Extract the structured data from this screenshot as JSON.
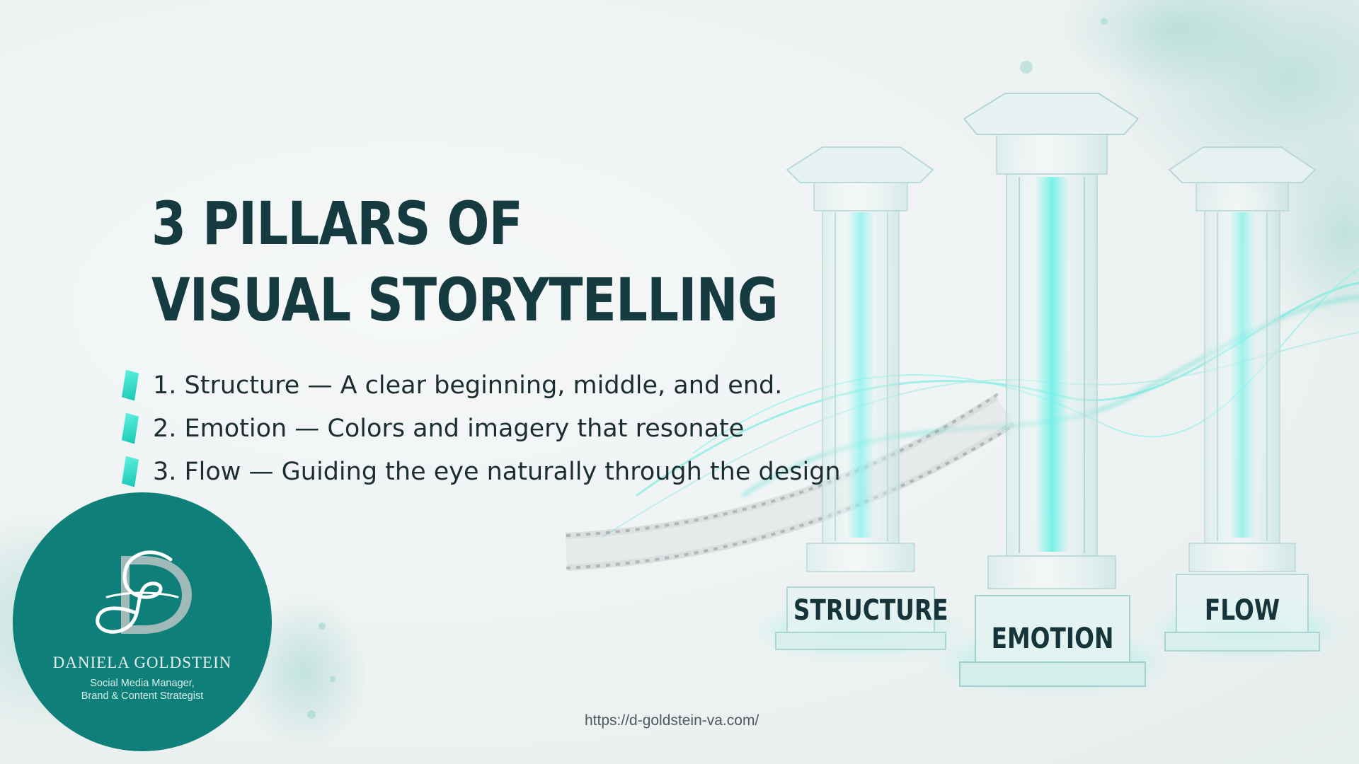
{
  "title": {
    "line1": "3 PILLARS OF",
    "line2": "VISUAL STORYTELLING"
  },
  "bullets": [
    {
      "text": "1. Structure — A clear beginning, middle, and end."
    },
    {
      "text": "2. Emotion — Colors and imagery that resonate"
    },
    {
      "text": "3. Flow — Guiding the eye naturally through the design"
    }
  ],
  "pillars": [
    {
      "label": "STRUCTURE"
    },
    {
      "label": "EMOTION"
    },
    {
      "label": "FLOW"
    }
  ],
  "badge": {
    "monogram": "DG",
    "name": "DANIELA GOLDSTEIN",
    "role_line1": "Social Media Manager,",
    "role_line2": "Brand & Content Strategist"
  },
  "footer": {
    "url": "https://d-goldstein-va.com/"
  },
  "colors": {
    "title": "#153b40",
    "accent": "#1ec9b7",
    "badge": "#0f8079",
    "glow": "#6ff0e6"
  },
  "icons": [
    "bullet-marker-icon",
    "monogram-icon",
    "film-strip-icon",
    "glass-pillar-icon"
  ]
}
